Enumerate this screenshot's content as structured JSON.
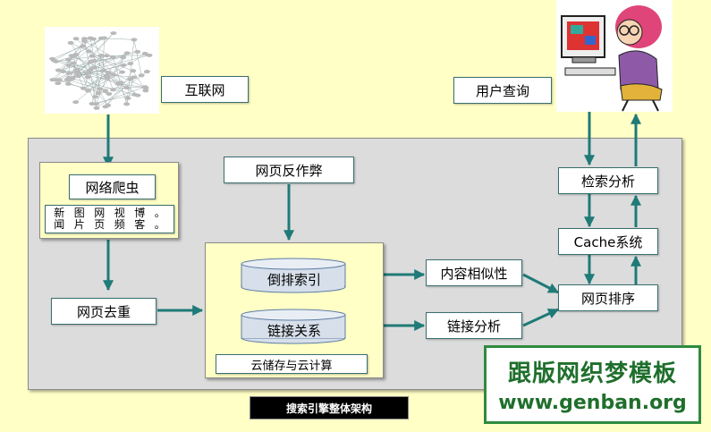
{
  "nodes": {
    "internet": "互联网",
    "user_query": "用户查询",
    "crawler": "网络爬虫",
    "anti_spam": "网页反作弊",
    "dedup": "网页去重",
    "inverted_index": "倒排索引",
    "link_relation": "链接关系",
    "cloud_storage": "云储存与云计算",
    "content_similarity": "内容相似性",
    "link_analysis": "链接分析",
    "retrieval_analysis": "检索分析",
    "cache_system": "Cache系统",
    "page_ranking": "网页排序"
  },
  "crawler_types": [
    {
      "c1": "新",
      "c2": "闻"
    },
    {
      "c1": "图",
      "c2": "片"
    },
    {
      "c1": "网",
      "c2": "页"
    },
    {
      "c1": "视",
      "c2": "频"
    },
    {
      "c1": "博",
      "c2": "客"
    },
    {
      "c1": "。",
      "c2": "。"
    }
  ],
  "caption": "搜索引擎整体架构",
  "watermark": {
    "line1": "跟版网织梦模板",
    "line2": "www.genban.org"
  },
  "colors": {
    "arrow": "#1F7A78",
    "panel": "#DCDCDC",
    "background": "#FFFFC6",
    "watermark": "#2E8B3E"
  }
}
